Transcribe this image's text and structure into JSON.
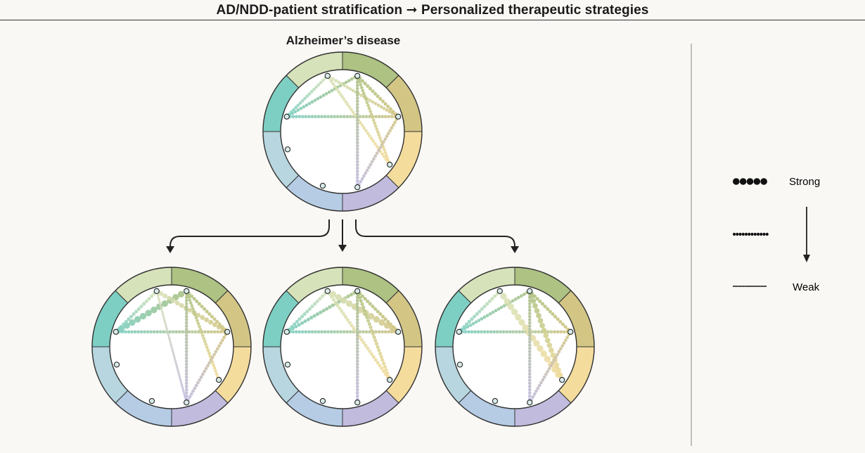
{
  "header": {
    "title": "AD/NDD-patient stratification ➞ Personalized therapeutic strategies"
  },
  "diagram": {
    "main_label": "Alzheimer’s disease",
    "ring_colors": [
      "#adc283",
      "#d3c685",
      "#f4dc9d",
      "#c1bcde",
      "#b5cce4",
      "#b7d6df",
      "#7ecfc3",
      "#d6e2b9"
    ],
    "node_fill": "#d9ecea",
    "nodes": [
      {
        "angle": -105
      },
      {
        "angle": -75
      },
      {
        "angle": -15
      },
      {
        "angle": 35
      },
      {
        "angle": 75
      },
      {
        "angle": 110
      },
      {
        "angle": 162
      },
      {
        "angle": -165
      }
    ],
    "circles": [
      {
        "id": "ad-main",
        "edges": [
          {
            "a": 7,
            "b": 2,
            "s": 0.25
          },
          {
            "a": 7,
            "b": 1,
            "s": 0.25
          },
          {
            "a": 0,
            "b": 2,
            "s": 0.25
          },
          {
            "a": 0,
            "b": 3,
            "s": 0.25
          },
          {
            "a": 1,
            "b": 2,
            "s": 0.3
          },
          {
            "a": 1,
            "b": 3,
            "s": 0.25
          },
          {
            "a": 1,
            "b": 4,
            "s": 0.25
          },
          {
            "a": 2,
            "b": 4,
            "s": 0.25
          },
          {
            "a": 7,
            "b": 0,
            "s": 0.25
          }
        ]
      },
      {
        "id": "subtype-1",
        "edges": [
          {
            "a": 7,
            "b": 2,
            "s": 0.25
          },
          {
            "a": 7,
            "b": 1,
            "s": 0.8
          },
          {
            "a": 0,
            "b": 2,
            "s": 0.5
          },
          {
            "a": 1,
            "b": 2,
            "s": 0.3
          },
          {
            "a": 1,
            "b": 4,
            "s": 0.25
          },
          {
            "a": 1,
            "b": 3,
            "s": 0.25
          },
          {
            "a": 2,
            "b": 4,
            "s": 0.25
          },
          {
            "a": 0,
            "b": 4,
            "s": 0.1
          },
          {
            "a": 7,
            "b": 0,
            "s": 0.3
          }
        ]
      },
      {
        "id": "subtype-2",
        "edges": [
          {
            "a": 7,
            "b": 2,
            "s": 0.25
          },
          {
            "a": 7,
            "b": 1,
            "s": 0.3
          },
          {
            "a": 0,
            "b": 2,
            "s": 0.8
          },
          {
            "a": 0,
            "b": 3,
            "s": 0.3
          },
          {
            "a": 1,
            "b": 2,
            "s": 0.3
          },
          {
            "a": 1,
            "b": 3,
            "s": 0.3
          },
          {
            "a": 1,
            "b": 4,
            "s": 0.25
          },
          {
            "a": 7,
            "b": 0,
            "s": 0.3
          }
        ]
      },
      {
        "id": "subtype-3",
        "edges": [
          {
            "a": 7,
            "b": 2,
            "s": 0.25
          },
          {
            "a": 7,
            "b": 1,
            "s": 0.25
          },
          {
            "a": 0,
            "b": 3,
            "s": 0.8
          },
          {
            "a": 1,
            "b": 3,
            "s": 0.6
          },
          {
            "a": 1,
            "b": 2,
            "s": 0.3
          },
          {
            "a": 1,
            "b": 4,
            "s": 0.25
          },
          {
            "a": 2,
            "b": 4,
            "s": 0.25
          },
          {
            "a": 7,
            "b": 0,
            "s": 0.3
          }
        ]
      }
    ]
  },
  "legend": {
    "strong_label": "Strong",
    "weak_label": "Weak",
    "levels": [
      {
        "name": "strong",
        "strength": 1.0
      },
      {
        "name": "medium",
        "strength": 0.35
      },
      {
        "name": "weak",
        "strength": 0.1
      }
    ]
  }
}
